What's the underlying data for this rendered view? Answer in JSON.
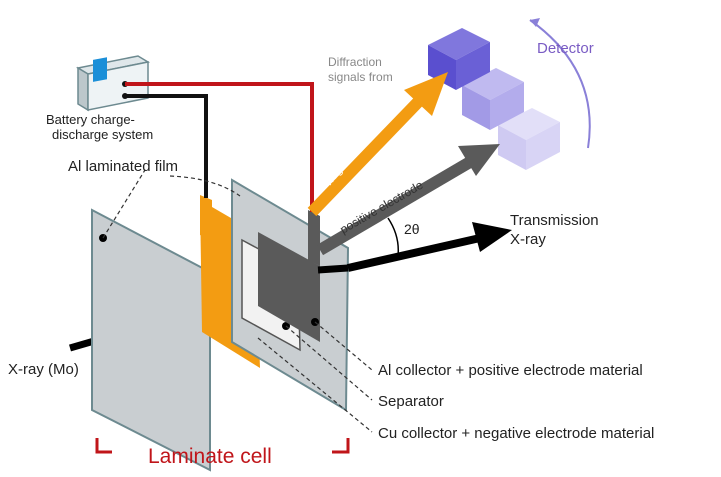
{
  "labels": {
    "battery": [
      "Battery charge-",
      "discharge system"
    ],
    "diffraction": [
      "Diffraction",
      "signals from"
    ],
    "detector": "Detector",
    "al_film": "Al laminated film",
    "negative_electrode": "negative electrode",
    "positive_electrode": "positive electrode",
    "two_theta": "2θ",
    "transmission": [
      "Transmission",
      "X-ray"
    ],
    "xray_source": "X-ray (Mo)",
    "al_collector": "Al collector + positive electrode material",
    "separator": "Separator",
    "cu_collector": "Cu collector + negative electrode material",
    "laminate_cell": "Laminate cell"
  },
  "colors": {
    "orange": "#f39c12",
    "red_wire": "#c0151a",
    "detector_dark": "#5a4fcf",
    "detector_mid": "#a29ae6",
    "detector_light": "#cfcaf2",
    "detector_label": "#7a5cc4",
    "laminate_label": "#c0151a",
    "gray_arrow": "#5a5a5a",
    "film": "#c9ced1"
  },
  "icons": {
    "battery": "battery-unit-icon",
    "detector": "detector-cube-icon"
  }
}
